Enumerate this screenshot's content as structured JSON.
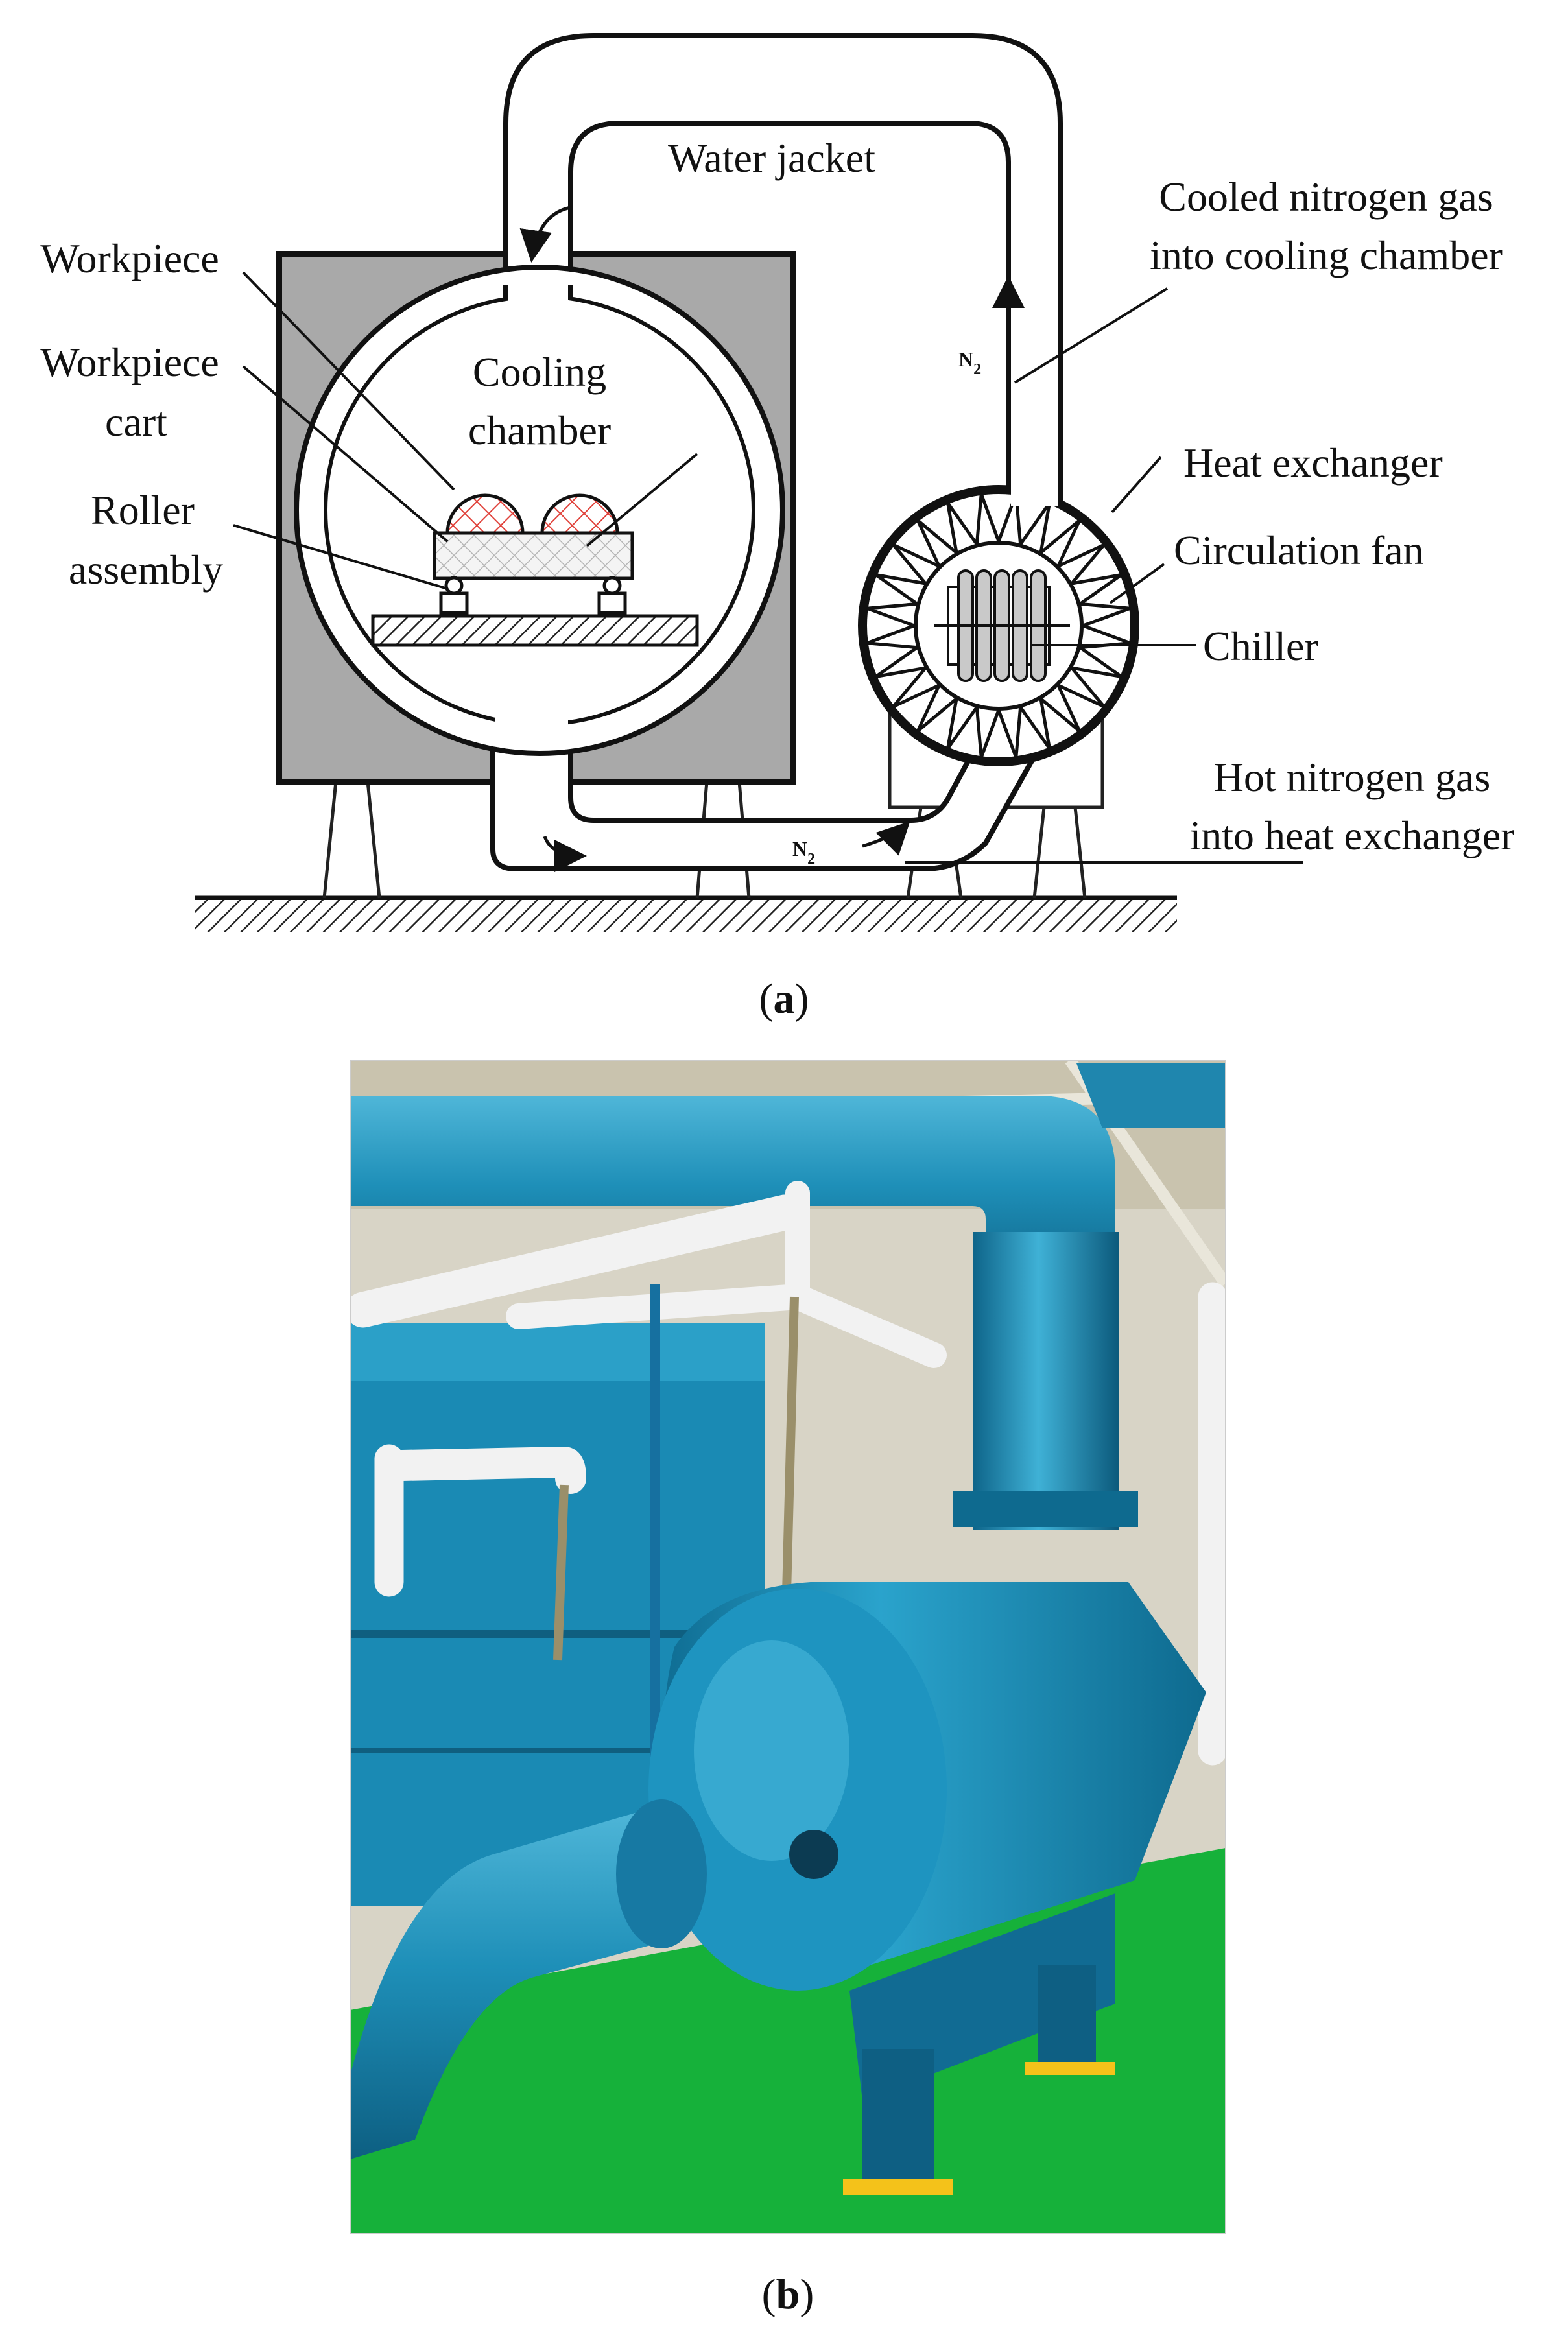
{
  "diagram": {
    "labels": {
      "water_jacket": "Water jacket",
      "cooled_line1": "Cooled nitrogen gas",
      "cooled_line2": "into cooling chamber",
      "workpiece": "Workpiece",
      "cart_line1": "Workpiece",
      "cart_line2": "cart",
      "roller_line1": "Roller",
      "roller_line2": "assembly",
      "chamber_line1": "Cooling",
      "chamber_line2": "chamber",
      "heat_exchanger": "Heat exchanger",
      "circulation_fan": "Circulation fan",
      "chiller": "Chiller",
      "hot_line1": "Hot nitrogen gas",
      "hot_line2": "into heat exchanger",
      "n2_main": "N",
      "n2_sub": "2"
    },
    "caption_a": {
      "open": "(",
      "letter": "a",
      "close": ")"
    }
  },
  "photo": {
    "caption_b": {
      "open": "(",
      "letter": "b",
      "close": ")"
    }
  },
  "colors": {
    "frame_gray": "#a9a9a9",
    "workpiece_hatch": "#e0413a",
    "photo_blue": "#1e8fb8",
    "photo_floor": "#16b13a"
  }
}
